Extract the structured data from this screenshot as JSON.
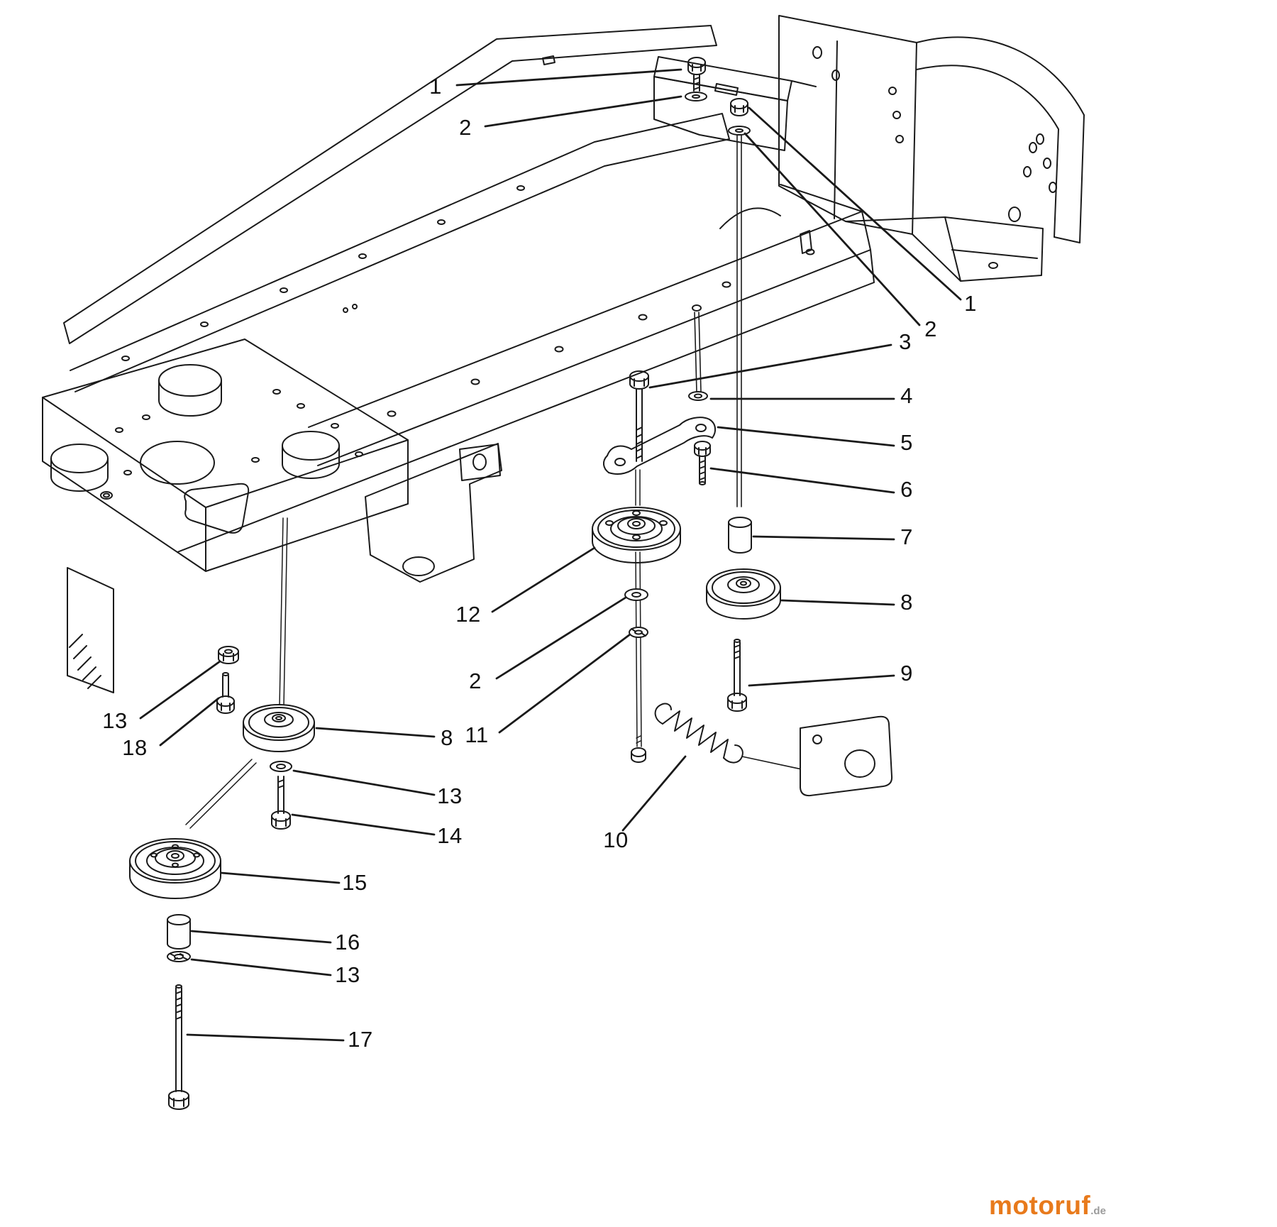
{
  "diagram": {
    "description": "Exploded parts diagram of a tractor frame with idler pulleys, tension spring and mounting hardware",
    "line_color": "#1a1a1a",
    "background": "#ffffff",
    "callout_font_color": "#111111"
  },
  "callouts": [
    {
      "id": "c1-top",
      "label": "1"
    },
    {
      "id": "c2-top",
      "label": "2"
    },
    {
      "id": "c1-right",
      "label": "1"
    },
    {
      "id": "c2-right",
      "label": "2"
    },
    {
      "id": "c3",
      "label": "3"
    },
    {
      "id": "c4",
      "label": "4"
    },
    {
      "id": "c5",
      "label": "5"
    },
    {
      "id": "c6",
      "label": "6"
    },
    {
      "id": "c7",
      "label": "7"
    },
    {
      "id": "c8-right",
      "label": "8"
    },
    {
      "id": "c9",
      "label": "9"
    },
    {
      "id": "c12",
      "label": "12"
    },
    {
      "id": "c2-mid",
      "label": "2"
    },
    {
      "id": "c8-left",
      "label": "8"
    },
    {
      "id": "c11",
      "label": "11"
    },
    {
      "id": "c13-frame",
      "label": "13"
    },
    {
      "id": "c18",
      "label": "18"
    },
    {
      "id": "c13-mid",
      "label": "13"
    },
    {
      "id": "c14",
      "label": "14"
    },
    {
      "id": "c15",
      "label": "15"
    },
    {
      "id": "c16",
      "label": "16"
    },
    {
      "id": "c13-bottom",
      "label": "13"
    },
    {
      "id": "c17",
      "label": "17"
    },
    {
      "id": "c10",
      "label": "10"
    }
  ],
  "watermark": {
    "brand": "motoruf",
    "suffix": ".de",
    "brand_color": "#e87a1c",
    "suffix_color": "#9b9b9b"
  }
}
